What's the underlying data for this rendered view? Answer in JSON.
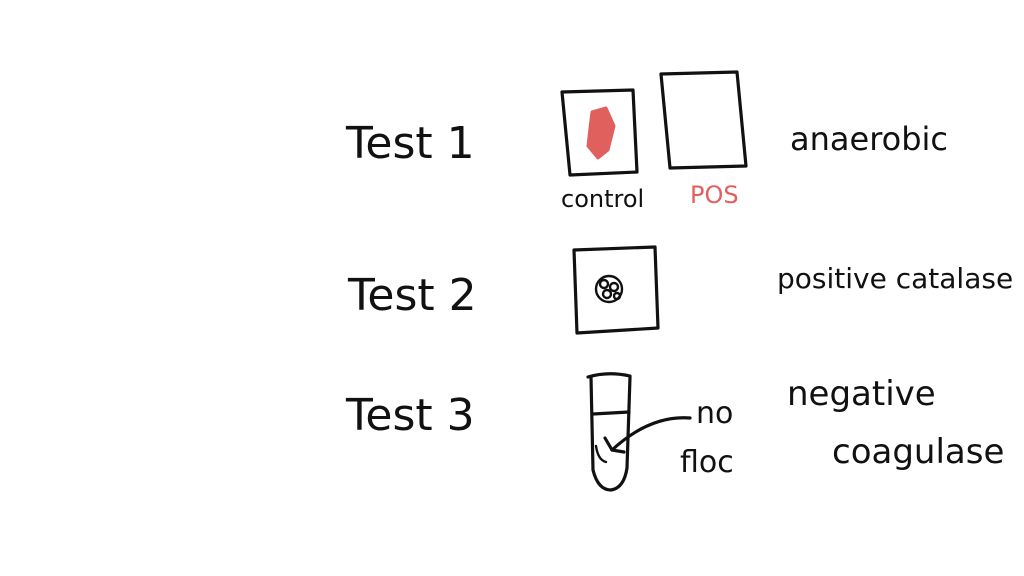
{
  "rows": [
    {
      "label": "Test 1",
      "result": "anaerobic",
      "captions": {
        "control": "control",
        "pos": "POS"
      }
    },
    {
      "label": "Test 2",
      "result": "positive catalase"
    },
    {
      "label": "Test 3",
      "result_line1": "negative",
      "result_line2": "coagulase",
      "annotation_line1": "no",
      "annotation_line2": "floc"
    }
  ],
  "colors": {
    "ink": "#111111",
    "red": "#e0605e",
    "background": "#ffffff"
  },
  "icons": {
    "control_slide": "slide-with-red-smear",
    "pos_slide": "empty-slide",
    "catalase_slide": "slide-with-bubbles",
    "tube": "test-tube"
  }
}
